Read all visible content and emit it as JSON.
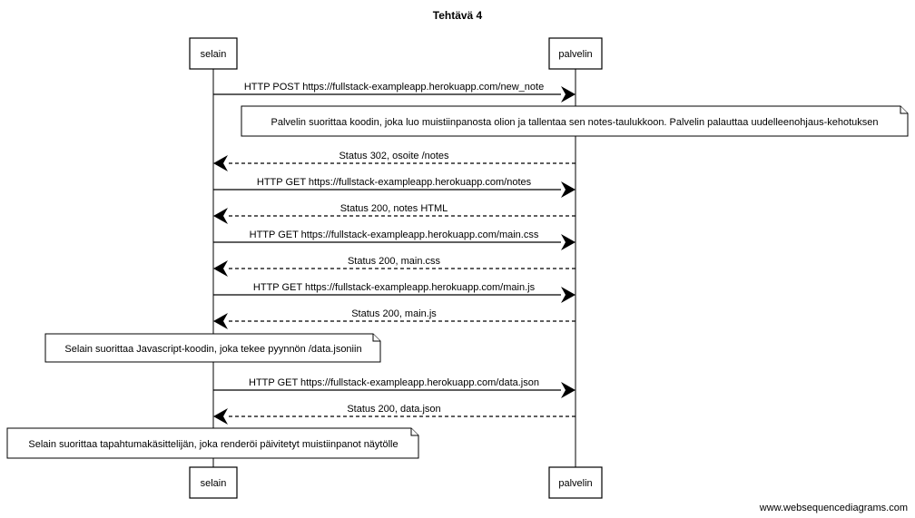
{
  "diagram": {
    "title": "Tehtävä 4",
    "footer": "www.websequencediagrams.com",
    "participants": [
      {
        "id": "selain",
        "label": "selain"
      },
      {
        "id": "palvelin",
        "label": "palvelin"
      }
    ],
    "steps": [
      {
        "kind": "message",
        "from": "selain",
        "to": "palvelin",
        "dashed": false,
        "text": "HTTP POST https://fullstack-exampleapp.herokuapp.com/new_note"
      },
      {
        "kind": "note",
        "over": "palvelin",
        "text": "Palvelin suorittaa koodin, joka luo muistiinpanosta olion ja tallentaa sen notes-taulukkoon. Palvelin palauttaa uudelleenohjaus-kehotuksen"
      },
      {
        "kind": "message",
        "from": "palvelin",
        "to": "selain",
        "dashed": true,
        "text": "Status 302, osoite /notes"
      },
      {
        "kind": "message",
        "from": "selain",
        "to": "palvelin",
        "dashed": false,
        "text": "HTTP GET https://fullstack-exampleapp.herokuapp.com/notes"
      },
      {
        "kind": "message",
        "from": "palvelin",
        "to": "selain",
        "dashed": true,
        "text": "Status 200, notes HTML"
      },
      {
        "kind": "message",
        "from": "selain",
        "to": "palvelin",
        "dashed": false,
        "text": "HTTP GET https://fullstack-exampleapp.herokuapp.com/main.css"
      },
      {
        "kind": "message",
        "from": "palvelin",
        "to": "selain",
        "dashed": true,
        "text": "Status 200, main.css"
      },
      {
        "kind": "message",
        "from": "selain",
        "to": "palvelin",
        "dashed": false,
        "text": "HTTP GET https://fullstack-exampleapp.herokuapp.com/main.js"
      },
      {
        "kind": "message",
        "from": "palvelin",
        "to": "selain",
        "dashed": true,
        "text": "Status 200, main.js"
      },
      {
        "kind": "note",
        "over": "selain",
        "text": "Selain suorittaa Javascript-koodin, joka tekee pyynnön /data.jsoniin"
      },
      {
        "kind": "message",
        "from": "selain",
        "to": "palvelin",
        "dashed": false,
        "text": "HTTP GET https://fullstack-exampleapp.herokuapp.com/data.json"
      },
      {
        "kind": "message",
        "from": "palvelin",
        "to": "selain",
        "dashed": true,
        "text": "Status 200, data.json"
      },
      {
        "kind": "note",
        "over": "selain",
        "text": "Selain suorittaa tapahtumakäsittelijän, joka renderöi päivitetyt muistiinpanot näytölle"
      }
    ]
  }
}
